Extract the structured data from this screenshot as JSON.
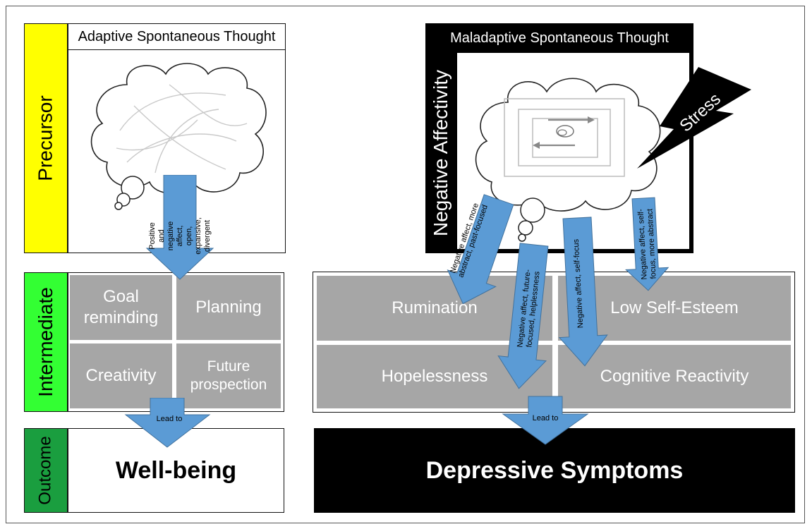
{
  "left": {
    "header": "Adaptive Spontaneous Thought",
    "stage_labels": {
      "precursor": "Precursor",
      "intermediate": "Intermediate",
      "outcome": "Outcome"
    },
    "arrow_main": "Positive and negative affect, open, expansive, divergent",
    "cells": [
      "Goal reminding",
      "Planning",
      "Creativity",
      "Future prospection"
    ],
    "lead_to": "Lead to",
    "outcome": "Well-being"
  },
  "right": {
    "header": "Maladaptive Spontaneous Thought",
    "side_label": "Negative Affectivity",
    "stress": "Stress",
    "cells": [
      "Rumination",
      "Low Self-Esteem",
      "Hopelessness",
      "Cognitive Reactivity"
    ],
    "arrows": [
      "Negative affect, more abstract, past-focused",
      "Negative affect, future-focused, helplessness",
      "Negative affect, self-focus",
      "Negative affect, self-focus, more abstract"
    ],
    "lead_to": "Lead to",
    "outcome": "Depressive Symptoms"
  },
  "colors": {
    "precursor": "#ffff00",
    "intermediate": "#33ff33",
    "outcome": "#1a9e3f",
    "arrow": "#5b9bd5",
    "cell": "#a6a6a6"
  }
}
